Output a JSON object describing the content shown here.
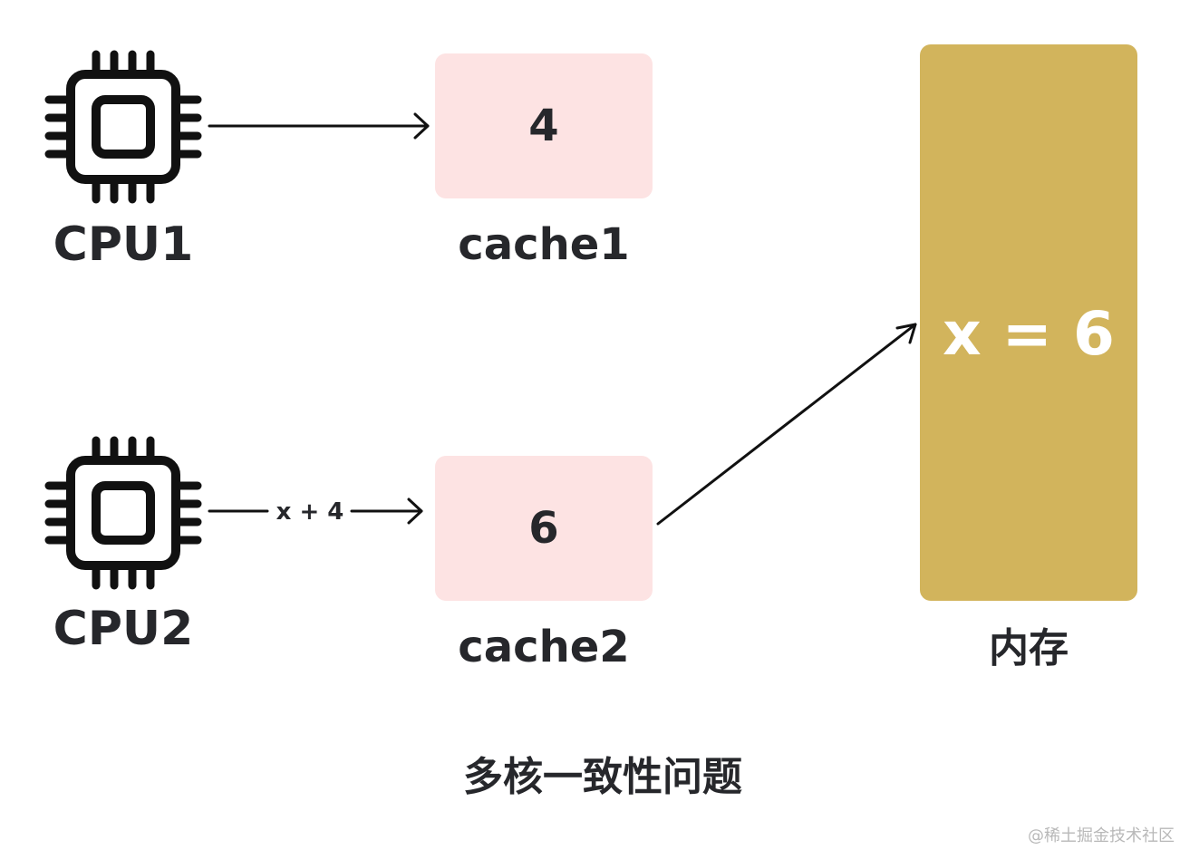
{
  "cpus": [
    {
      "label": "CPU1"
    },
    {
      "label": "CPU2"
    }
  ],
  "caches": [
    {
      "label": "cache1",
      "value": "4"
    },
    {
      "label": "cache2",
      "value": "6"
    }
  ],
  "memory": {
    "label": "内存",
    "value": "x = 6"
  },
  "edges": {
    "cpu2_to_cache2_label": "x + 4"
  },
  "title": "多核一致性问题",
  "watermark": "@稀土掘金技术社区",
  "colors": {
    "cache_fill": "#fde3e3",
    "memory_fill": "#d2b45c",
    "text": "#26272b"
  },
  "icons": [
    "cpu-chip-icon",
    "cpu-chip-icon"
  ]
}
